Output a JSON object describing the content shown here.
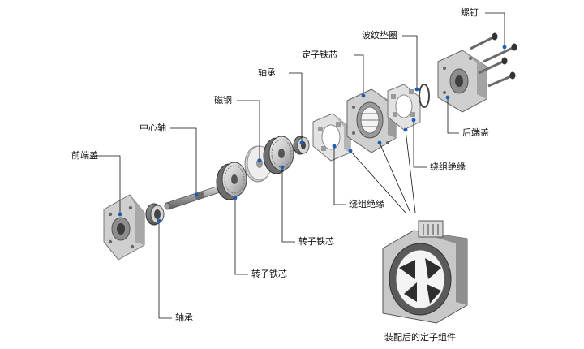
{
  "diagram": {
    "labels": {
      "screw": "螺钉",
      "wave_washer": "波纹垫圈",
      "stator_core": "定子铁芯",
      "bearing_top": "轴承",
      "magnet": "磁钢",
      "shaft": "中心轴",
      "front_cover": "前端盖",
      "rear_cover": "后端盖",
      "winding_insulation_right": "绕组绝缘",
      "winding_insulation_center": "绕组绝缘",
      "rotor_core_upper": "转子铁芯",
      "rotor_core_lower": "转子铁芯",
      "bearing_bottom": "轴承",
      "assembled_stator": "装配后的定子组件"
    },
    "colors": {
      "leader_line": "#111111",
      "pointer_dot": "#1e5fb4",
      "part_light": "#dcdcdc",
      "part_mid": "#a9a9a9",
      "part_dark": "#4a4a4a"
    }
  }
}
